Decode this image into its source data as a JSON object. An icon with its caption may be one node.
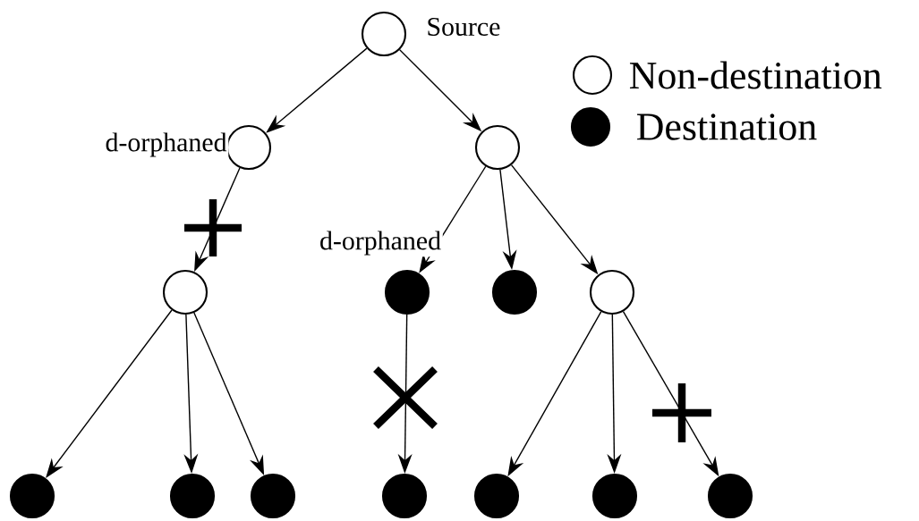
{
  "diagram": {
    "nodes": [
      {
        "text": [],
        "shape": "circle",
        "beside": [
          "Source"
        ]
      },
      {
        "text": [],
        "shape": "circle",
        "beside": [
          "d-orphaned"
        ]
      },
      {
        "text": [],
        "shape": "circle"
      },
      {
        "text": [],
        "shape": "circle"
      },
      {
        "text": [],
        "shape": "dot",
        "beside": [
          "d-orphaned"
        ]
      },
      {
        "text": [],
        "shape": "dot"
      },
      {
        "text": [],
        "shape": "circle"
      },
      {
        "text": [],
        "shape": "dot"
      },
      {
        "text": [],
        "shape": "dot"
      },
      {
        "text": [],
        "shape": "dot"
      },
      {
        "text": [],
        "shape": "dot"
      },
      {
        "text": [],
        "shape": "dot"
      },
      {
        "text": [],
        "shape": "dot"
      },
      {
        "text": [],
        "shape": "dot"
      }
    ],
    "edges": [
      {
        "from": 0,
        "to": 1,
        "arrow": "to"
      },
      {
        "from": 0,
        "to": 2,
        "arrow": "to"
      },
      {
        "from": 1,
        "to": 3,
        "arrow": "to"
      },
      {
        "from": 2,
        "to": 4,
        "arrow": "to"
      },
      {
        "from": 2,
        "to": 5,
        "arrow": "to"
      },
      {
        "from": 2,
        "to": 6,
        "arrow": "to"
      },
      {
        "from": 3,
        "to": 7,
        "arrow": "to"
      },
      {
        "from": 3,
        "to": 8,
        "arrow": "to"
      },
      {
        "from": 3,
        "to": 9,
        "arrow": "to"
      },
      {
        "from": 4,
        "to": 10,
        "arrow": "to"
      },
      {
        "from": 6,
        "to": 11,
        "arrow": "to"
      },
      {
        "from": 6,
        "to": 12,
        "arrow": "to"
      },
      {
        "from": 6,
        "to": 13,
        "arrow": "to"
      }
    ],
    "legend": [
      {
        "text": "Non-destination"
      },
      {
        "text": "Destination",
        "color": "#000000"
      }
    ]
  }
}
